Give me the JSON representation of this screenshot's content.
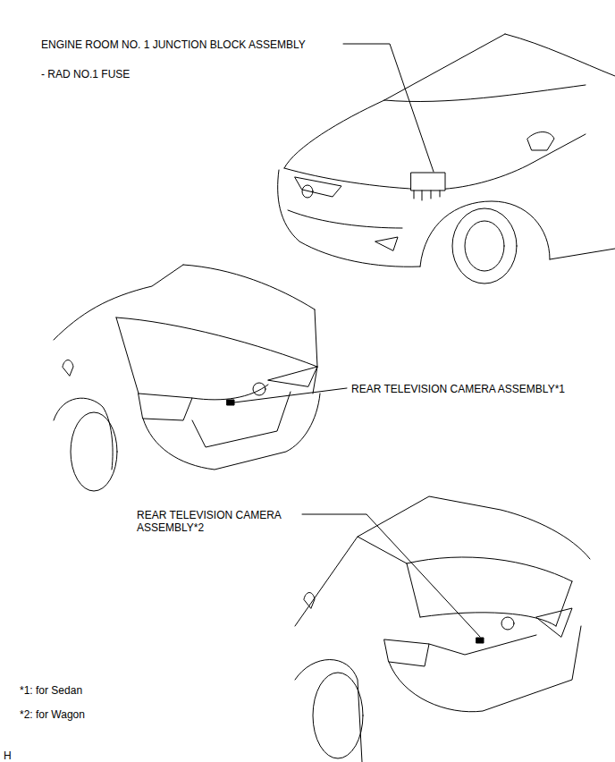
{
  "diagram": {
    "labels": [
      "ENGINE ROOM NO. 1 JUNCTION BLOCK ASSEMBLY",
      "- RAD NO.1 FUSE",
      "REAR TELEVISION CAMERA ASSEMBLY*1",
      "REAR TELEVISION CAMERA ASSEMBLY*2",
      "*1: for Sedan",
      "*2: for Wagon",
      "H"
    ]
  }
}
